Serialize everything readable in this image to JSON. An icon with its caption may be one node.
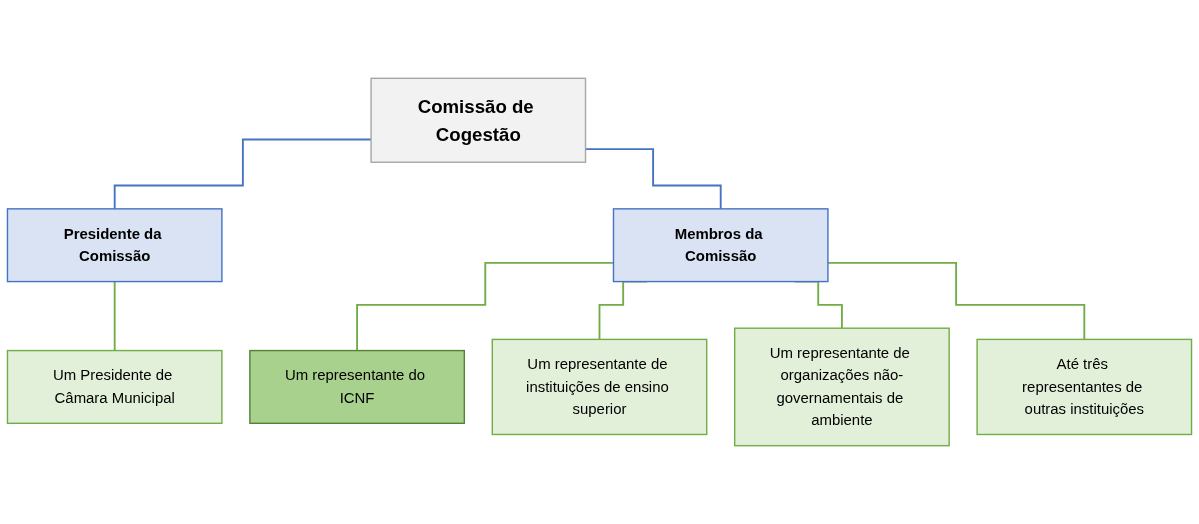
{
  "diagram": {
    "nodes": [
      {
        "text": [
          "Comissão de Cogestão"
        ]
      },
      {
        "text": [
          "Presidente da Comissão"
        ]
      },
      {
        "text": [
          "Membros da Comissão"
        ]
      },
      {
        "text": [
          "Um Presidente de Câmara Municipal"
        ]
      },
      {
        "text": [
          "Um representante do ICNF"
        ]
      },
      {
        "text": [
          "Um representante de instituições de ensino superior"
        ]
      },
      {
        "text": [
          "Um representante de organizações não-governamentais de ambiente"
        ]
      },
      {
        "text": [
          "Até três representantes de outras instituições"
        ]
      }
    ],
    "edges": [
      {
        "from": 0,
        "to": 1,
        "arrow": "none",
        "color": "#4472c4"
      },
      {
        "from": 0,
        "to": 2,
        "arrow": "none",
        "color": "#4472c4"
      },
      {
        "from": 1,
        "to": 3,
        "arrow": "none"
      },
      {
        "from": 2,
        "to": 4,
        "arrow": "none"
      },
      {
        "from": 2,
        "to": 5,
        "arrow": "none"
      },
      {
        "from": 2,
        "to": 6,
        "arrow": "none"
      },
      {
        "from": 2,
        "to": 7,
        "arrow": "none"
      }
    ]
  }
}
